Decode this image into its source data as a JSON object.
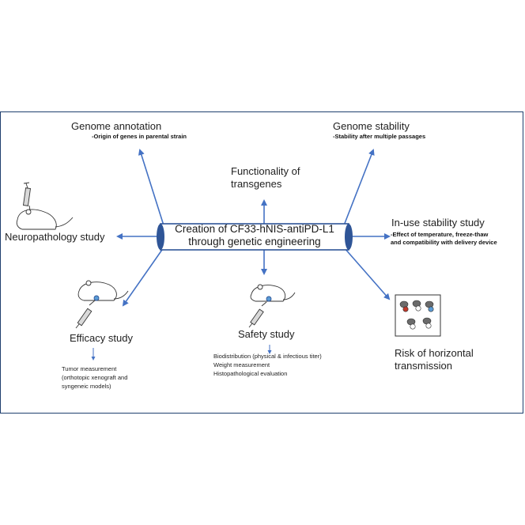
{
  "center": {
    "line1": "Creation of CF33-hNIS-antiPD-L1",
    "line2": "through genetic engineering"
  },
  "nodes": {
    "genome_annotation": {
      "title": "Genome annotation",
      "subtitle": "-Origin of genes in parental strain"
    },
    "genome_stability": {
      "title": "Genome stability",
      "subtitle": "-Stability after multiple passages"
    },
    "functionality": {
      "line1": "Functionality of",
      "line2": "transgenes"
    },
    "neuropathology": {
      "title": "Neuropathology study"
    },
    "in_use_stability": {
      "title": "In-use stability study",
      "sub1": "-Effect of temperature, freeze-thaw",
      "sub2": "and compatibility with delivery device"
    },
    "efficacy": {
      "title": "Efficacy study",
      "d1": "Tumor measurement",
      "d2": "(orthotopic xenograft and",
      "d3": "syngeneic models)"
    },
    "safety": {
      "title": "Safety study",
      "d1": "Biodistribution (physical & infectious titer)",
      "d2": "Weight measurement",
      "d3": "Histopathological evaluation"
    },
    "horizontal": {
      "line1": "Risk of horizontal",
      "line2": "transmission"
    }
  },
  "colors": {
    "arrow": "#4472c4",
    "frame": "#1f3f6e",
    "cylinder_edge": "#2f5597",
    "mouse_red": "#c0392b",
    "mouse_blue": "#5a9bd5"
  },
  "icons": [
    "syringe-icon",
    "mouse-icon"
  ]
}
